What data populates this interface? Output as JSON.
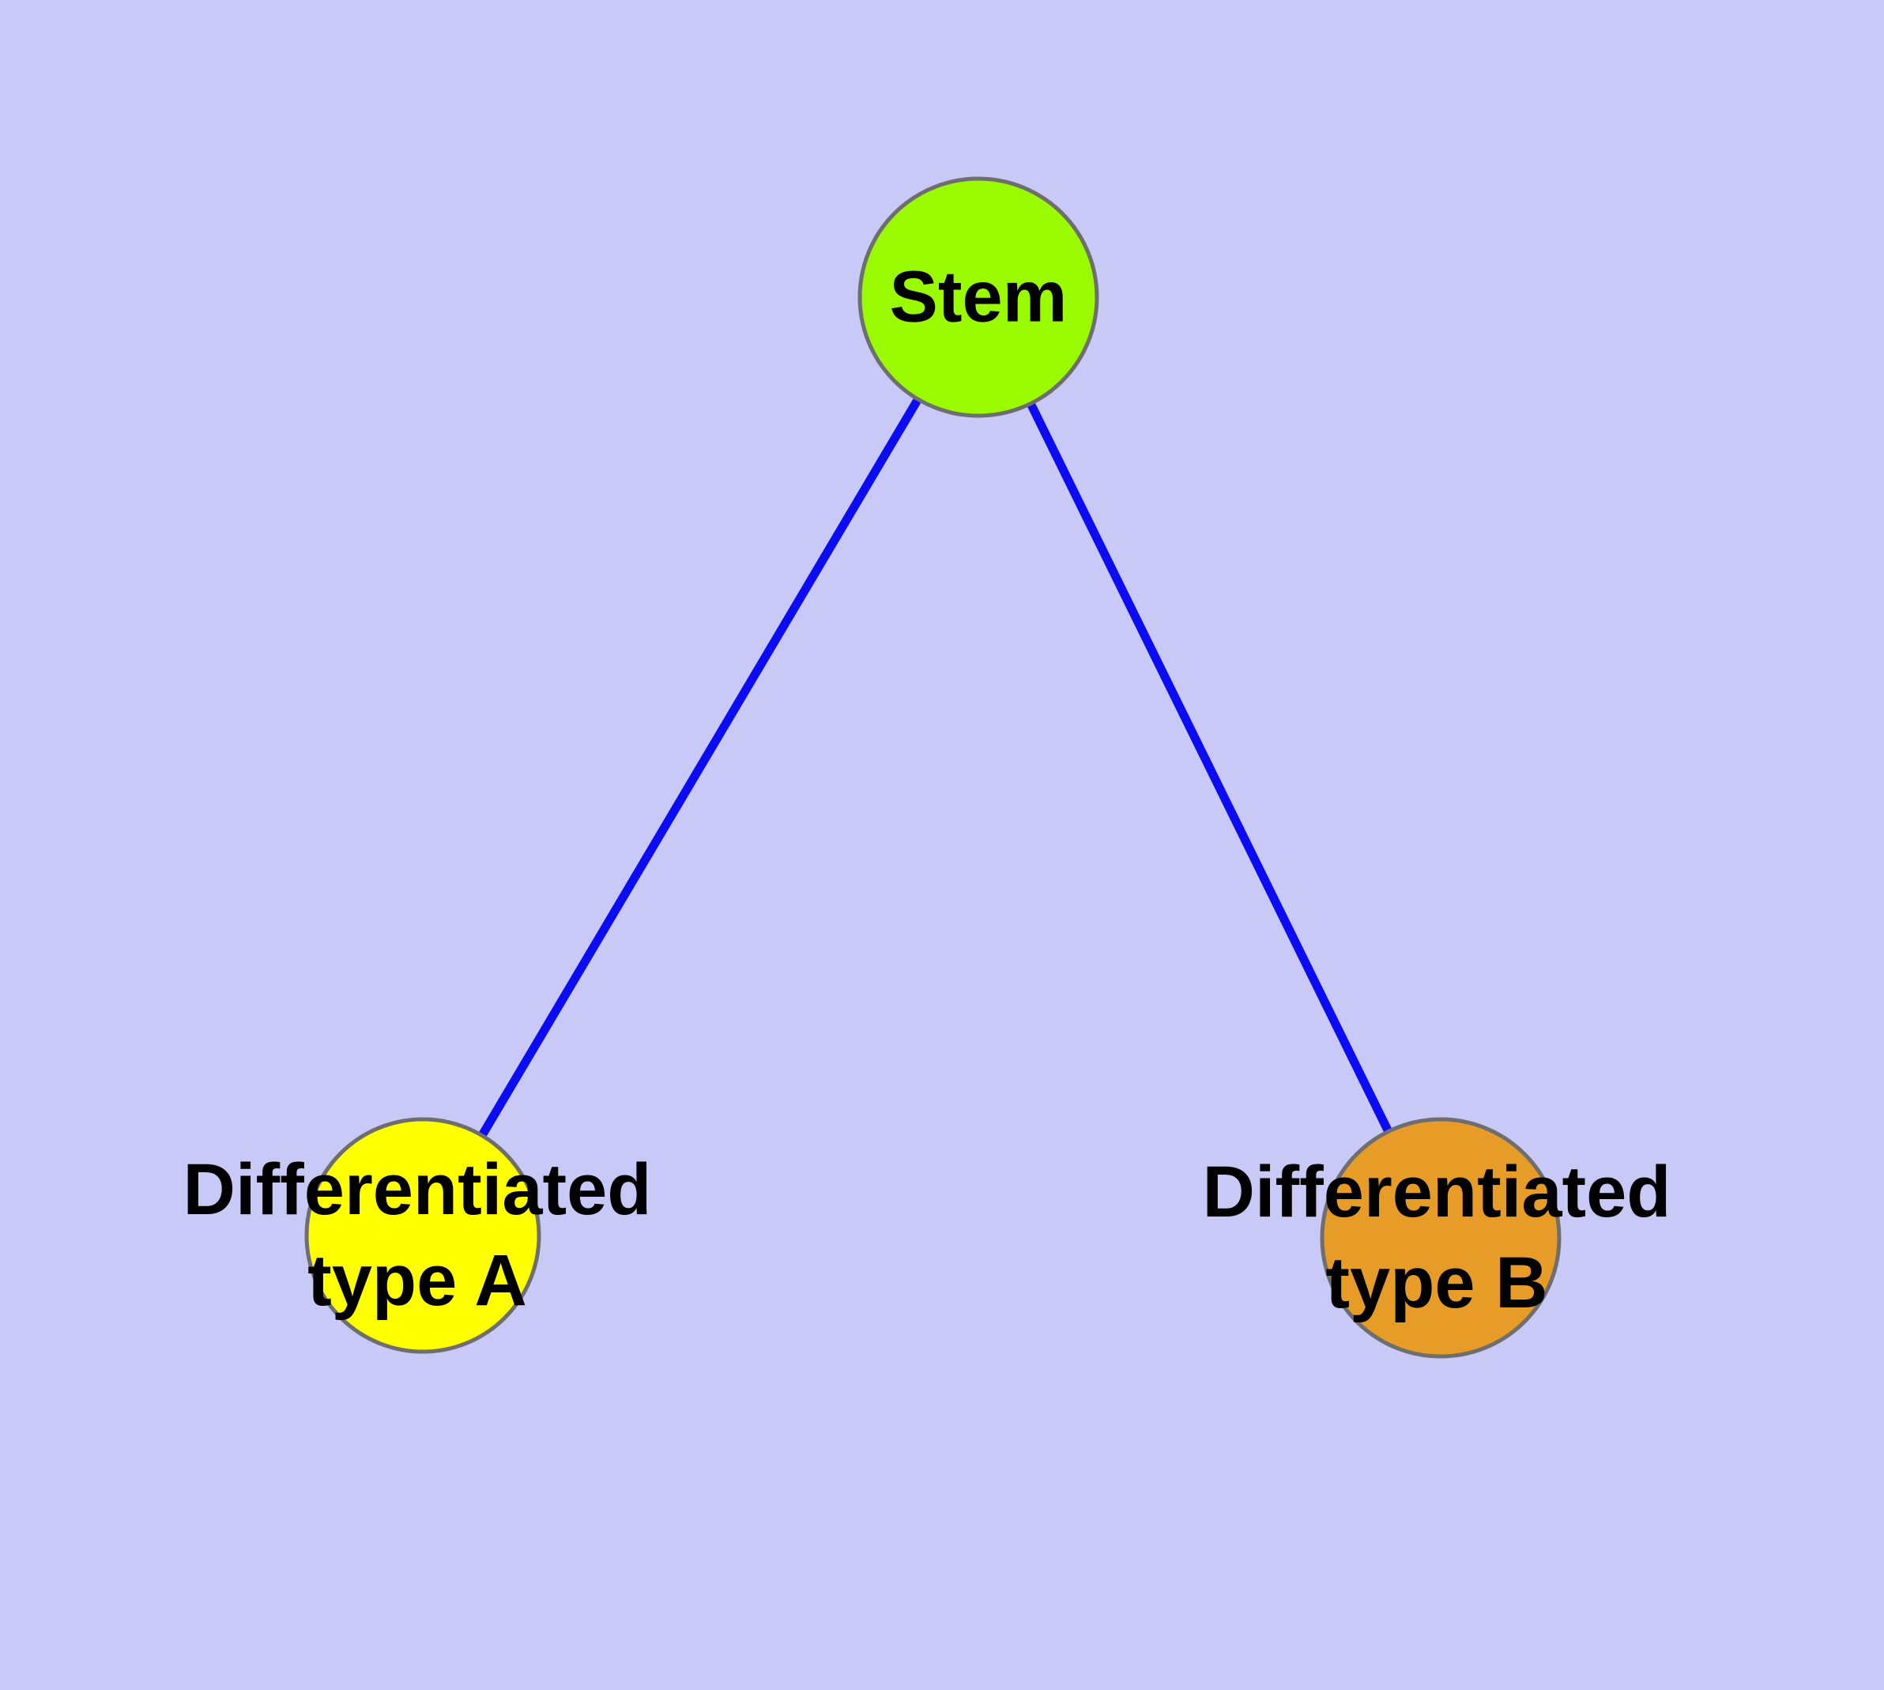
{
  "diagram": {
    "type": "node-link-graph",
    "background_color": "#C9C9F8",
    "node_border_color": "#6E6E6E",
    "text_color": "#000000",
    "edge_color": "#0B0BF4",
    "nodes": [
      {
        "id": "stem",
        "label": "Stem",
        "color": "#9AFB00"
      },
      {
        "id": "differentiated-type-a",
        "label_line1": "Differentiated",
        "label_line2": "type A",
        "color": "#FFFF00"
      },
      {
        "id": "differentiated-type-b",
        "label_line1": "Differentiated",
        "label_line2": "type B",
        "color": "#E89C28"
      }
    ],
    "edges": [
      {
        "from": "stem",
        "to": "differentiated-type-a",
        "color": "#0B0BF4"
      },
      {
        "from": "stem",
        "to": "differentiated-type-b",
        "color": "#0B0BF4"
      }
    ]
  }
}
